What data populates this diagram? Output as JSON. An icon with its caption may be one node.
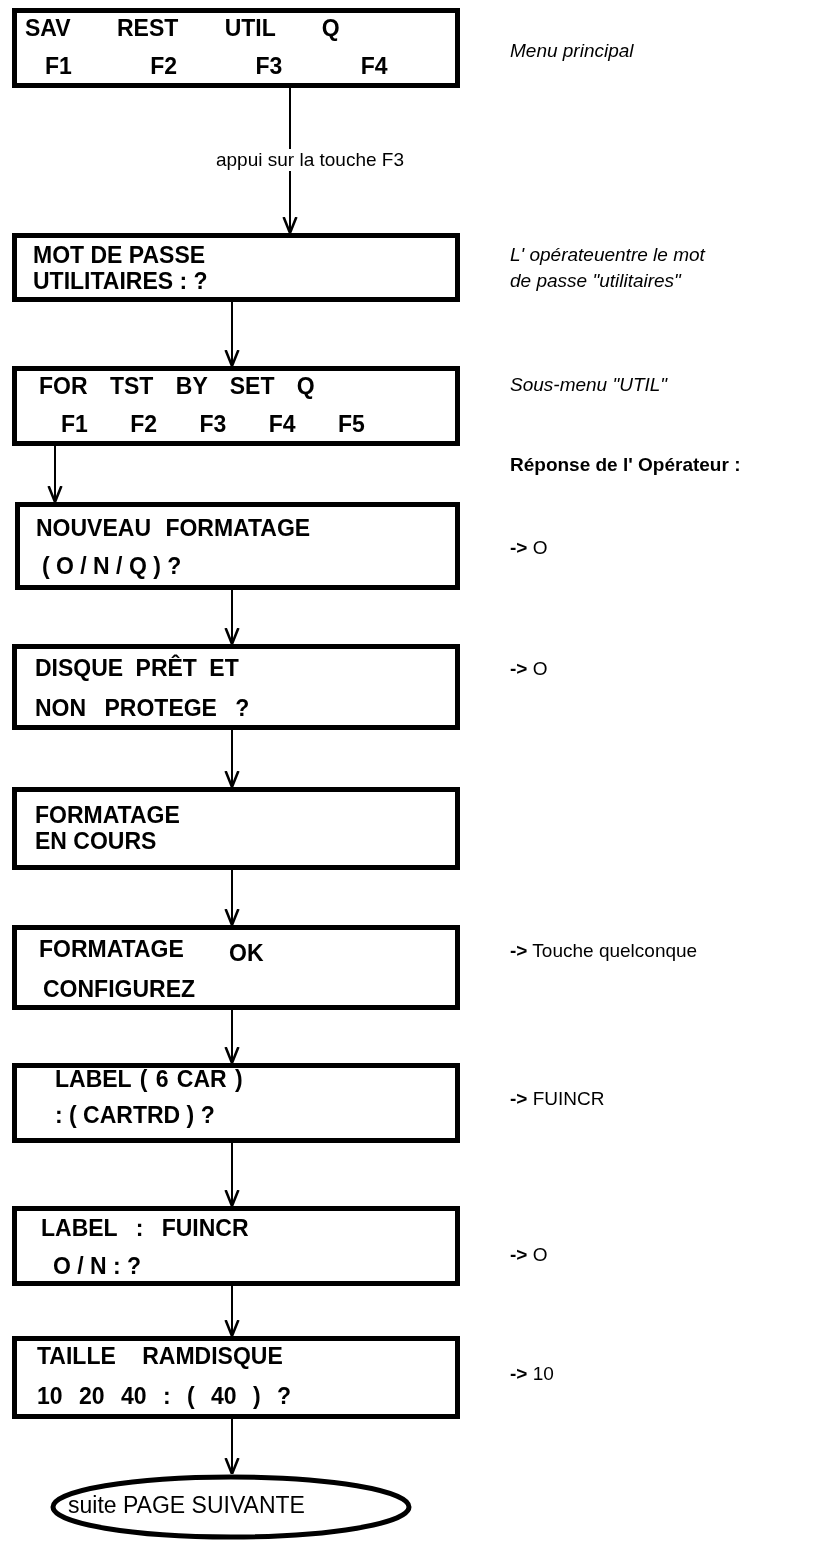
{
  "diagram": {
    "nodes": [
      {
        "text": [
          "SAV REST UTIL Q",
          "F1 F2 F3 F4"
        ],
        "beside": [
          "Menu principal"
        ]
      },
      {
        "text": [
          "MOT DE PASSE UTILITAIRES : ?"
        ],
        "beside": [
          "L' opérateuentre le mot de passe \"utilitaires\""
        ]
      },
      {
        "text": [
          "FOR TST BY SET Q",
          "F1 F2 F3 F4 F5"
        ],
        "beside": [
          "Sous-menu \"UTIL\""
        ]
      },
      {
        "text": [
          "NOUVEAU FORMATAGE",
          "( O / N / Q ) ?"
        ],
        "beside": [
          "**->** O"
        ]
      },
      {
        "text": [
          "DISQUE PRÊT ET",
          "NON PROTEGE ?"
        ],
        "beside": [
          "**->** O"
        ]
      },
      {
        "text": [
          "FORMATAGE EN COURS"
        ]
      },
      {
        "text": [
          "FORMATAGE",
          "OK",
          "CONFIGUREZ"
        ],
        "beside": [
          "**->** Touche quelconque"
        ]
      },
      {
        "text": [
          "LABEL ( 6 CAR )",
          ": ( CARTRD ) ?"
        ],
        "beside": [
          "**->** FUINCR"
        ]
      },
      {
        "text": [
          "LABEL : FUINCR",
          "O / N : ?"
        ],
        "beside": [
          "**->** O"
        ]
      },
      {
        "text": [
          "TAILLE RAMDISQUE",
          "10 20 40 : ( 40 ) ?"
        ],
        "beside": [
          "**->** 10"
        ]
      },
      {
        "text": [
          "suite PAGE SUIVANTE"
        ]
      }
    ],
    "edges": [
      {
        "from": 0,
        "to": 1,
        "arrow": "to",
        "label": "appui sur la touche F3"
      },
      {
        "from": 1,
        "to": 2,
        "arrow": "to"
      },
      {
        "from": 2,
        "to": 3,
        "arrow": "to"
      },
      {
        "from": 3,
        "to": 4,
        "arrow": "to"
      },
      {
        "from": 4,
        "to": 5,
        "arrow": "to"
      },
      {
        "from": 5,
        "to": 6,
        "arrow": "to"
      },
      {
        "from": 6,
        "to": 7,
        "arrow": "to"
      },
      {
        "from": 7,
        "to": 8,
        "arrow": "to"
      },
      {
        "from": 8,
        "to": 9,
        "arrow": "to"
      },
      {
        "from": 9,
        "to": 10,
        "arrow": "to"
      }
    ],
    "labels": [
      "Réponse de l' Opérateur :"
    ]
  }
}
